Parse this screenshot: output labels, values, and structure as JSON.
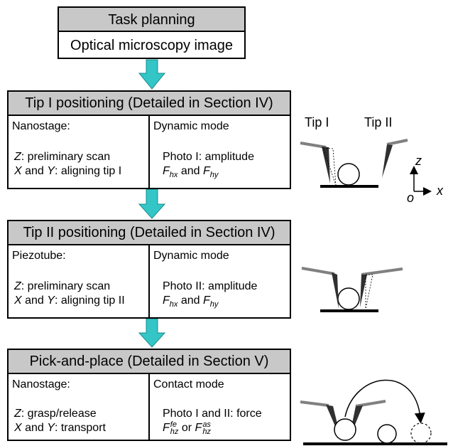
{
  "task": {
    "title": "Task planning",
    "subtitle": "Optical microscopy image"
  },
  "stages": [
    {
      "title": "Tip I positioning (Detailed in Section IV)",
      "left_head": "Nanostage:",
      "left_l1_var": "Z",
      "left_l1_rest": ": preliminary scan",
      "left_l2_var1": "X",
      "left_l2_mid": " and ",
      "left_l2_var2": "Y",
      "left_l2_rest": ": aligning tip I",
      "right_head": "Dynamic mode",
      "right_l1": "Photo I: amplitude",
      "right_l2_a": "F",
      "right_l2_a_sub": "hx",
      "right_l2_mid": " and ",
      "right_l2_b": "F",
      "right_l2_b_sub": "hy"
    },
    {
      "title": "Tip II positioning (Detailed in Section IV)",
      "left_head": "Piezotube:",
      "left_l1_var": "Z",
      "left_l1_rest": ": preliminary scan",
      "left_l2_var1": "X",
      "left_l2_mid": " and ",
      "left_l2_var2": "Y",
      "left_l2_rest": ": aligning tip II",
      "right_head": "Dynamic mode",
      "right_l1": "Photo II: amplitude",
      "right_l2_a": "F",
      "right_l2_a_sub": "hx",
      "right_l2_mid": " and ",
      "right_l2_b": "F",
      "right_l2_b_sub": "hy"
    },
    {
      "title": "Pick-and-place (Detailed in Section V)",
      "left_head": "Nanostage:",
      "left_l1_var": "Z",
      "left_l1_rest": ": grasp/release",
      "left_l2_var1": "X",
      "left_l2_mid": " and ",
      "left_l2_var2": "Y",
      "left_l2_rest": ": transport",
      "right_head": "Contact mode",
      "right_l1": "Photo I and II: force",
      "right_l2_a": "F",
      "right_l2_a_sub": "hz",
      "right_l2_a_sup": "fe",
      "right_l2_mid": " or ",
      "right_l2_b": "F",
      "right_l2_b_sub": "hz",
      "right_l2_b_sup": "as"
    }
  ],
  "illustration": {
    "tip1_label": "Tip I",
    "tip2_label": "Tip II",
    "axis_z": "z",
    "axis_o": "o",
    "axis_x": "x"
  },
  "colors": {
    "arrow": "#34c6c6",
    "arrow_stroke": "#1a8c8c",
    "header_fill": "#c8c8c8",
    "tip_fill": "#303030",
    "cantilever": "#808080"
  }
}
